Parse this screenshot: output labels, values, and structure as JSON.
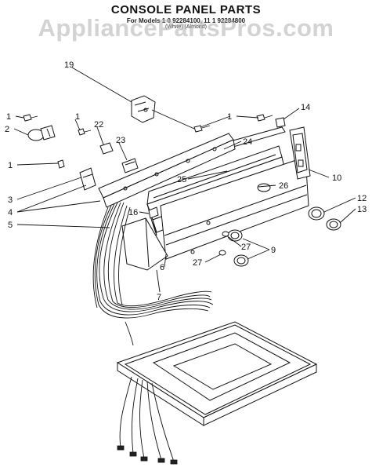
{
  "diagram": {
    "title": "CONSOLE PANEL PARTS",
    "models_line": "For Models 1 0 92284100, 11 1 92284800",
    "models_line2": "(White)   (Almond)",
    "watermark": "AppliancePartsPros.com",
    "callouts": [
      "1",
      "2",
      "1",
      "22",
      "23",
      "19",
      "14",
      "1",
      "24",
      "10",
      "25",
      "26",
      "16",
      "12",
      "13",
      "1",
      "3",
      "4",
      "5",
      "27",
      "9",
      "27",
      "6",
      "7"
    ]
  }
}
